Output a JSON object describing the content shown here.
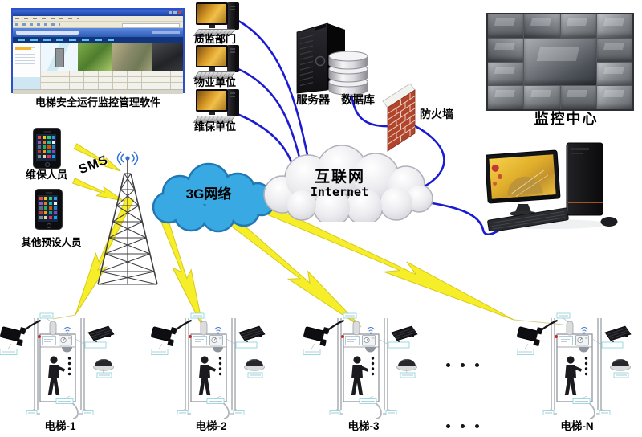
{
  "software_window": {
    "caption": "电梯安全运行监控管理软件"
  },
  "workstations": [
    {
      "label": "质监部门"
    },
    {
      "label": "物业单位"
    },
    {
      "label": "维保单位"
    }
  ],
  "server": {
    "label": "服务器"
  },
  "database": {
    "label": "数据库"
  },
  "firewall": {
    "label": "防火墙"
  },
  "monitoring_center": {
    "label": "监控中心"
  },
  "sms": {
    "label": "SMS"
  },
  "phones": [
    {
      "label": "维保人员"
    },
    {
      "label": "其他预设人员"
    }
  ],
  "clouds": {
    "g3": {
      "label": "3G网络"
    },
    "internet": {
      "label_cn": "互联网",
      "label_en": "Internet"
    }
  },
  "elevators": [
    {
      "label": "电梯-1"
    },
    {
      "label": "电梯-2"
    },
    {
      "label": "电梯-3"
    },
    {
      "label": "电梯-N"
    }
  ],
  "more_elevators_indicator": "● ● ●",
  "colors": {
    "cable": "#1b1bd1",
    "g3_cloud_fill": "#38a9e2",
    "g3_cloud_stroke": "#2178b5",
    "lightning_fill": "#f6ee29",
    "lightning_stroke": "#d8c81d",
    "brick": "#b2442c"
  }
}
